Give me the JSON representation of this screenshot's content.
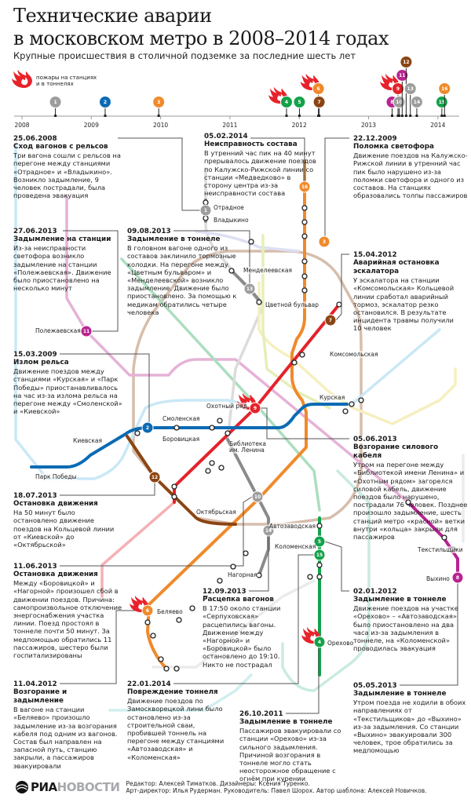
{
  "header": {
    "title_line1": "Технические аварии",
    "title_line2": "в московском метро в 2008–2014 годах",
    "subtitle": "Крупные происшествия в столичной подземке за последние шесть лет",
    "legend_line1": "пожары на станциях",
    "legend_line2": "и в тоннелях"
  },
  "colors": {
    "gray": "#9d9d9d",
    "blue": "#0b6bb4",
    "orange": "#f08a2b",
    "green": "#13a24a",
    "brown": "#8b4513",
    "magenta": "#b8248f",
    "red": "#e4222a",
    "fire": "#e8222a"
  },
  "timeline": {
    "years": [
      "2008",
      "2009",
      "2010",
      "2011",
      "2012",
      "2013",
      "2014"
    ]
  },
  "incidents": [
    {
      "n": "1",
      "date": "25.06.2008",
      "color": "gray",
      "fire": false,
      "title": "Сход вагонов с рельсов",
      "text": "Три вагона сошли с рельсов на перегоне между станциями «Отрадное» и «Владыкино». Возникло задымление, 9 человек пострадали, была проведена эвакуация"
    },
    {
      "n": "2",
      "date": "15.03.2009",
      "color": "blue",
      "fire": false,
      "title": "Излом рельса",
      "text": "Движение поездов между станциями «Курская» и «Парк Победы» приостанавливалось на час из-за излома рельса на перегоне между «Смоленской» и «Киевской»"
    },
    {
      "n": "3",
      "date": "22.12.2009",
      "color": "orange",
      "fire": false,
      "title": "Поломка светофора",
      "text": "Движение поездов на Калужско-Рижской линии в утренний час пик было нарушено из-за поломки светофора и одного из составов. На станциях образовались толпы пассажиров"
    },
    {
      "n": "4",
      "date": "26.10.2011",
      "color": "green",
      "fire": true,
      "title": "Задымление в тоннеле",
      "text": "Пассажиров эвакуировали со станции «Орехово» из-за сильного задымления. Причиной возгорания в тоннеле могло стать неосторожное обращение с огнём при курении"
    },
    {
      "n": "5",
      "date": "02.01.2012",
      "color": "green",
      "fire": false,
      "title": "Задымление в тоннеле",
      "text": "Движение поездов на участке «Орехово» – «Автозаводская» было приостановлено на два часа из-за задымления в тоннеле, на «Коломенской» проводилась эвакуация"
    },
    {
      "n": "6",
      "date": "11.04.2012",
      "color": "orange",
      "fire": true,
      "title": "Возгорание и задымление",
      "text": "В вагоне на станции «Беляево» произошло задымление из-за возгорания кабеля под одним из вагонов. Состав был направлен на запасной путь, станцию закрыли, а пассажиров эвакуировали"
    },
    {
      "n": "7",
      "date": "15.04.2012",
      "color": "brown",
      "fire": false,
      "title": "Аварийная остановка эскалатора",
      "text": "У эскалатора на станции «Комсомольская» Кольцевой линии сработал аварийный тормоз, эскалатор резко остановился. В результате инцидента травмы получили 10 человек"
    },
    {
      "n": "8",
      "date": "05.05.2013",
      "color": "magenta",
      "fire": false,
      "title": "Задымление в тоннеле",
      "text": "Утром поезда не ходили в обоих направлениях от «Текстильщиков» до «Выхино» из-за задымления. Со станции «Выхино» эвакуировали 300 человек, трое обратились за медпомощью"
    },
    {
      "n": "9",
      "date": "05.06.2013",
      "color": "red",
      "fire": true,
      "title": "Возгорание силового кабеля",
      "text": "Утром на перегоне между «Библиотекой имени Ленина» и «Охотным рядом» загорелся силовой кабель, движение поездов было нарушено, пострадали 76 человек. Позднее произошло задымление, шесть станций метро «красной» ветки внутри «кольца» закрыли для пассажиров"
    },
    {
      "n": "10",
      "date": "11.06.2013",
      "color": "gray",
      "fire": false,
      "title": "Остановка движения",
      "text": "Между «Боровицкой» и «Нагорной» произошел сбой в движении поездов. Причина: самопроизвольное отключение энергоснабжения участка линии. Поезд простоял в тоннеле почти 50 минут. За медпомощью обратились 11 пассажиров, шестеро были госпитализированы"
    },
    {
      "n": "11",
      "date": "27.06.2013",
      "color": "magenta",
      "fire": false,
      "title": "Задымление на станции",
      "text": "Из-за неисправности светофора возникло задымление на станции «Полежаевская». Движение было приостановлено на несколько минут"
    },
    {
      "n": "12",
      "date": "18.07.2013",
      "color": "brown",
      "fire": false,
      "title": "Остановка движения",
      "text": "На 50 минут было остановлено движение поездов на Кольцевой линии от «Киевской» до «Октябрьской»"
    },
    {
      "n": "13",
      "date": "09.08.2013",
      "color": "gray",
      "fire": false,
      "title": "Задымление в тоннеле",
      "text": "В головном вагоне одного из составов заклинило тормозные колодки. На перегоне между «Цветным бульваром» и «Менделеевской» возникло задымление. Движение было приостановлено. За помощью к медикам обратились четыре человека"
    },
    {
      "n": "14",
      "date": "12.09.2013",
      "color": "gray",
      "fire": false,
      "title": "Расцепка вагонов",
      "text": "В 17:50 около станции «Серпуховская» расцепились вагоны. Движение между «Нагорной» и «Боровицкой» было остановлено до 19:10. Никто не пострадал"
    },
    {
      "n": "15",
      "date": "22.01.2014",
      "color": "green",
      "fire": false,
      "title": "Повреждение тоннеля",
      "text": "Движение поездов по Замоскворецкой лини было остановлено из-за строительной сваи, пробившей тоннель на перегоне между станциями «Автозаводская» и «Коломенская»"
    },
    {
      "n": "16",
      "date": "05.02.2014",
      "color": "orange",
      "fire": false,
      "title": "Неисправность состава",
      "text": "В утренний час пик на 40 минут прерывалось движение поездов по Калужско-Рижской линии со станции «Медведково» в сторону центра из-за неисправности состава"
    }
  ],
  "stations": {
    "otradnoe": "Отрадное",
    "vladykino": "Владыкино",
    "mendeleevskaya": "Менделеевская",
    "tsvetnoy": "Цветной бульвар",
    "polezhaevskaya": "Полежаевская",
    "komsomolskaya": "Комсомольская",
    "kurskaya": "Курская",
    "okhotny": "Охотный ряд",
    "smolenskaya": "Смоленская",
    "borovitskaya": "Боровицкая",
    "biblioteka_1": "Библиотека",
    "biblioteka_2": "им. Ленина",
    "kievskaya": "Киевская",
    "park_pobedy": "Парк Победы",
    "oktyabrskaya": "Октябрьская",
    "kolomenskaya": "Коломенская",
    "avtozavodskaya": "Автозаводская",
    "nagornaya": "Нагорная",
    "belyaevo": "Беляево",
    "orekhovo": "Орехово",
    "tekstilshchiki": "Текстильщики",
    "vykhino": "Выхино"
  },
  "footer": {
    "logo_ria": "РИА",
    "logo_novosti": "НОВОСТИ",
    "credits_line1": "Редактор: Алексей Тиматков. Дизайнеры: Ксения Туренко.",
    "credits_line2": "Арт-директор: Илья Рудерман. Руководитель: Павел Шорох. Автор шаблона: Алексей Новичков."
  }
}
